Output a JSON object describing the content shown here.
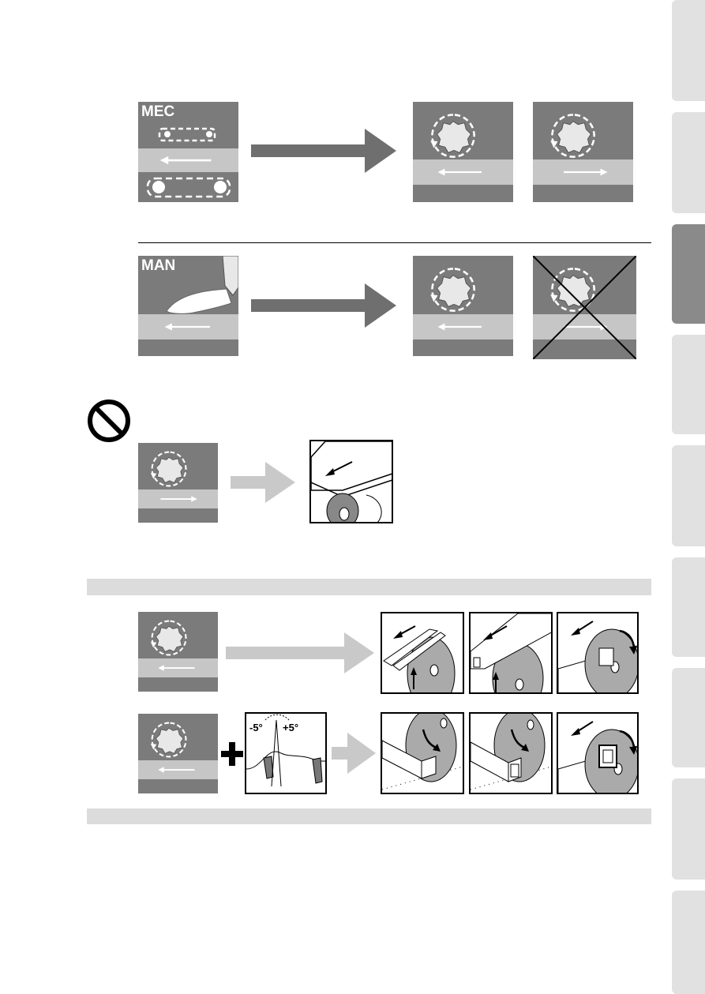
{
  "tiles": {
    "mec_label": "MEC",
    "man_label": "MAN"
  },
  "angle_detail": {
    "minus_label": "-5°",
    "plus_label": "+5°"
  },
  "side_tabs": {
    "count": 9,
    "active_index": 2
  },
  "colors": {
    "tile_dark": "#7b7b7b",
    "tile_band": "#c6c6c6",
    "arrow_dark": "#6f6f6f",
    "arrow_light": "#c9c9c9",
    "section_bar": "#dcdcdc",
    "tab_inactive": "#e1e1e1",
    "tab_active": "#8a8a8a"
  },
  "icons": [
    "prohibited-icon",
    "plus-icon",
    "saw-blade-icon",
    "cross-out-icon"
  ]
}
